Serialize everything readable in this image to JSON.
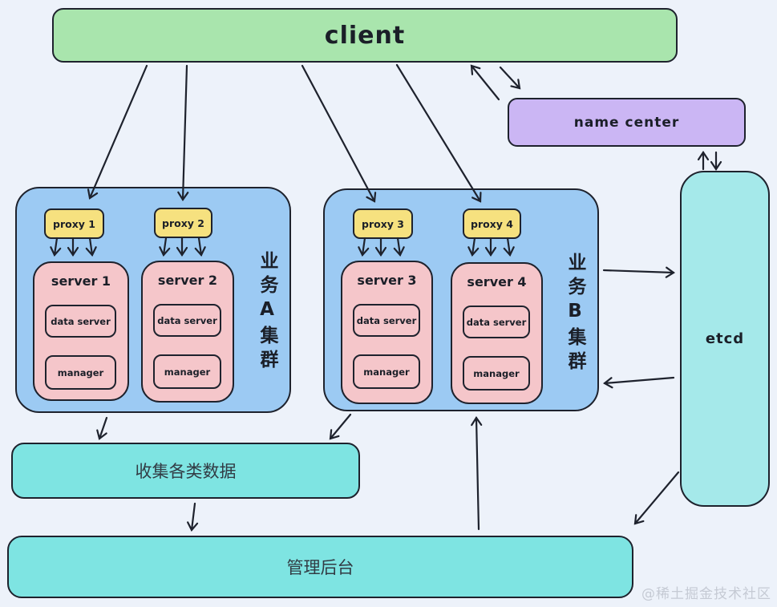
{
  "nodes": {
    "client": {
      "label": "client",
      "color": "#a9e5ad"
    },
    "name_center": {
      "label": "name center",
      "color": "#cbb6f4"
    },
    "etcd": {
      "label": "etcd",
      "color": "#a5e9ea"
    },
    "collect": {
      "label": "收集各类数据",
      "color": "#7ee4e2"
    },
    "admin": {
      "label": "管理后台",
      "color": "#7ee4e2"
    }
  },
  "clusters": [
    {
      "label": "业务A集群",
      "color": "#9ccaf3",
      "proxies": [
        "proxy 1",
        "proxy 2"
      ],
      "servers": [
        {
          "title": "server 1",
          "components": [
            "data server",
            "manager"
          ]
        },
        {
          "title": "server 2",
          "components": [
            "data server",
            "manager"
          ]
        }
      ]
    },
    {
      "label": "业务B集群",
      "color": "#9ccaf3",
      "proxies": [
        "proxy 3",
        "proxy 4"
      ],
      "servers": [
        {
          "title": "server 3",
          "components": [
            "data server",
            "manager"
          ]
        },
        {
          "title": "server 4",
          "components": [
            "data server",
            "manager"
          ]
        }
      ]
    }
  ],
  "edges": [
    {
      "from": "client",
      "to": "proxy 1"
    },
    {
      "from": "client",
      "to": "proxy 2"
    },
    {
      "from": "client",
      "to": "proxy 3"
    },
    {
      "from": "client",
      "to": "proxy 4"
    },
    {
      "from": "client",
      "to": "name center",
      "bidirectional": true
    },
    {
      "from": "name center",
      "to": "etcd",
      "bidirectional": true
    },
    {
      "from": "proxy 1",
      "to": "server 1"
    },
    {
      "from": "proxy 2",
      "to": "server 2"
    },
    {
      "from": "proxy 3",
      "to": "server 3"
    },
    {
      "from": "proxy 4",
      "to": "server 4"
    },
    {
      "from": "业务B集群",
      "to": "etcd"
    },
    {
      "from": "etcd",
      "to": "业务B集群"
    },
    {
      "from": "etcd",
      "to": "管理后台"
    },
    {
      "from": "业务A集群",
      "to": "收集各类数据"
    },
    {
      "from": "业务B集群",
      "to": "收集各类数据"
    },
    {
      "from": "收集各类数据",
      "to": "管理后台"
    },
    {
      "from": "管理后台",
      "to": "业务B集群"
    }
  ],
  "watermark": "@稀土掘金技术社区",
  "colors": {
    "bg": "#edf2fa",
    "stroke": "#1e222d",
    "text_dark": "#1b1f28",
    "cjk_text": "#323b44",
    "client_green": "#a9e5ad",
    "name_center_purple": "#cbb6f4",
    "cluster_blue": "#9ccaf3",
    "proxy_yellow": "#f6e17f",
    "server_pink": "#f5c6ca",
    "etcd_cyan": "#a5e9ea",
    "teal_box": "#7ee4e2",
    "watermark_gray": "#c5cad4"
  }
}
